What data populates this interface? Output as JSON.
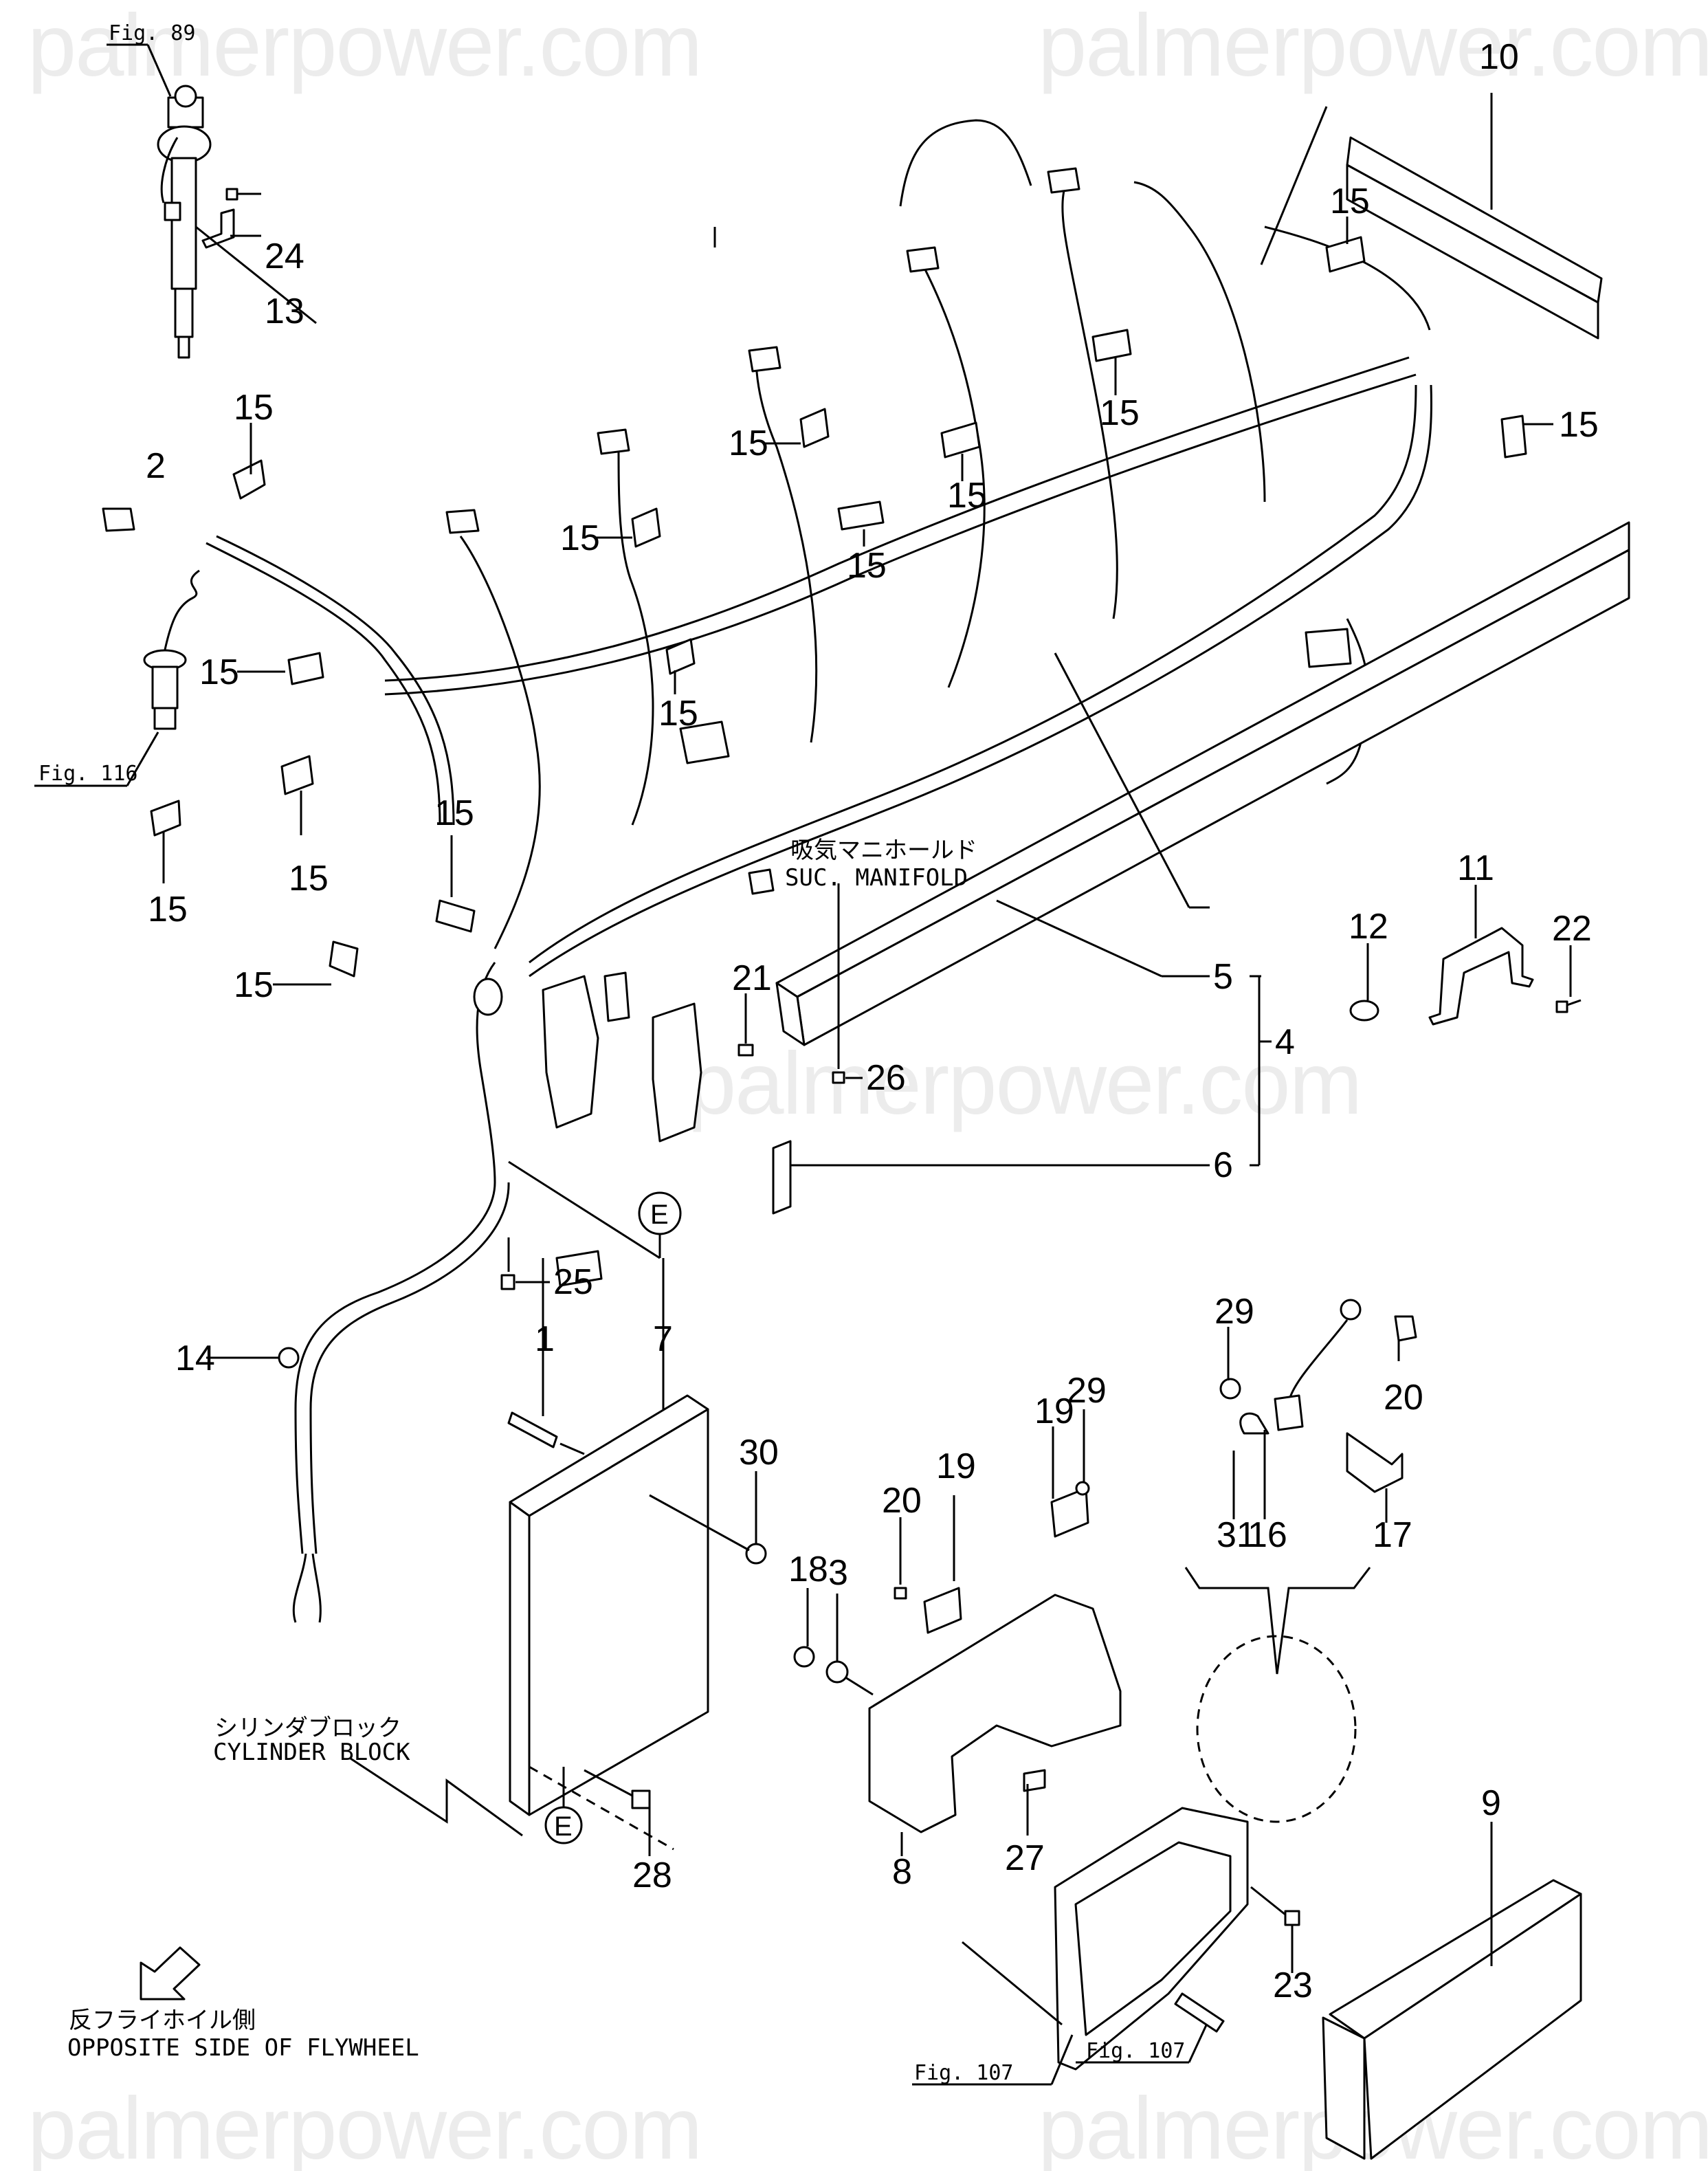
{
  "diagram": {
    "type": "exploded parts diagram",
    "subject": "Engine wire harness and ECU mounting",
    "watermark": "palmerpower.com",
    "figure_references": [
      {
        "id": "fig89",
        "label": "Fig. 89"
      },
      {
        "id": "fig116",
        "label": "Fig. 116"
      },
      {
        "id": "fig107a",
        "label": "Fig. 107"
      },
      {
        "id": "fig107b",
        "label": "Fig. 107"
      }
    ],
    "annotations": {
      "suction_manifold_jp": "吸気マニホールド",
      "suction_manifold_en": "SUC. MANIFOLD",
      "cylinder_block_jp": "シリンダブロック",
      "cylinder_block_en": "CYLINDER BLOCK",
      "flywheel_jp": "反フライホイル側",
      "flywheel_en": "OPPOSITE SIDE OF FLYWHEEL",
      "reference_marker": "E"
    },
    "callouts": {
      "p1": "1",
      "p2": "2",
      "p3": "3",
      "p4": "4",
      "p5": "5",
      "p6": "6",
      "p7": "7",
      "p8": "8",
      "p9": "9",
      "p10": "10",
      "p11": "11",
      "p12": "12",
      "p13": "13",
      "p14": "14",
      "p15": "15",
      "p16": "16",
      "p17": "17",
      "p18": "18",
      "p19": "19",
      "p20": "20",
      "p21": "21",
      "p22": "22",
      "p23": "23",
      "p24": "24",
      "p25": "25",
      "p26": "26",
      "p27": "27",
      "p28": "28",
      "p29": "29",
      "p30": "30",
      "p31": "31"
    },
    "parts_group_bracket": {
      "label": "4",
      "members": [
        "5",
        "6"
      ]
    }
  }
}
